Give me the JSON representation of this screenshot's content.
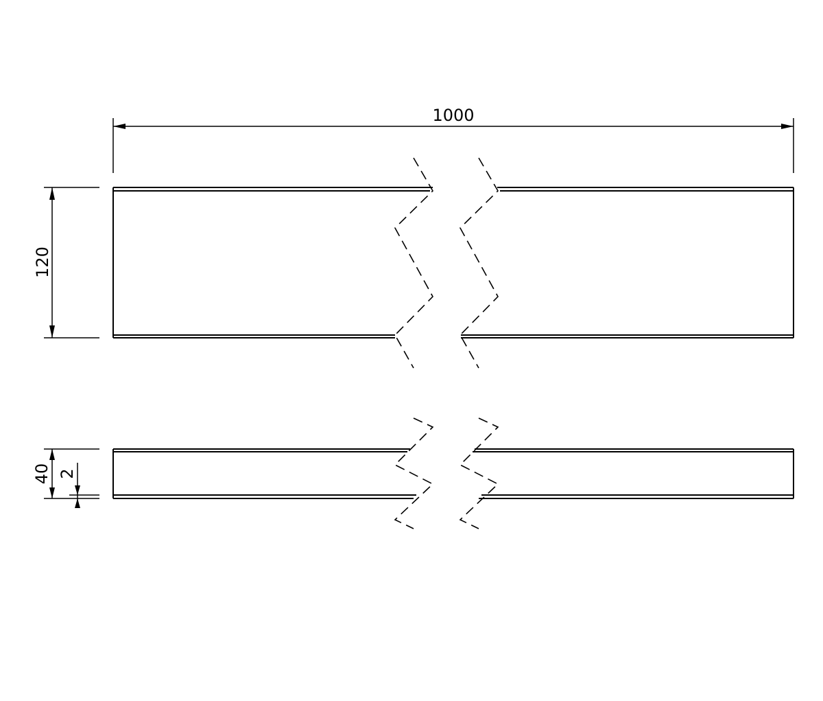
{
  "dimensions": {
    "length": "1000",
    "height": "120",
    "depth": "40",
    "thickness": "2"
  },
  "colors": {
    "line": "#000000",
    "background": "#ffffff"
  }
}
